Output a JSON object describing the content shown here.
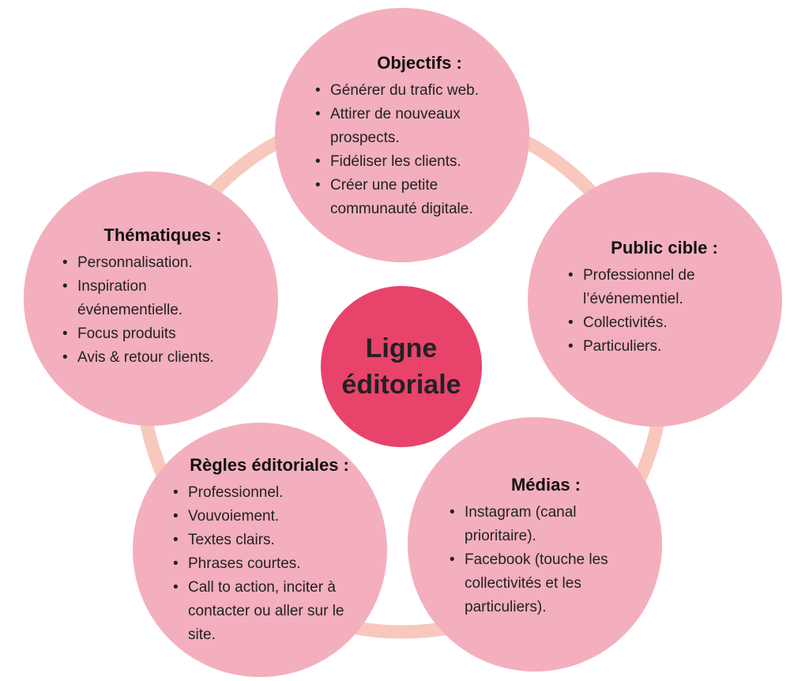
{
  "center": {
    "label": "Ligne\néditoriale"
  },
  "colors": {
    "ring": "#f8c8bd",
    "bubble": "#f3afbd",
    "center": "#e8436b"
  },
  "objectifs": {
    "title": "Objectifs :",
    "items": [
      "Générer du trafic web.",
      "Attirer de nouveaux prospects.",
      "Fidéliser les clients.",
      "Créer une petite communauté digitale."
    ]
  },
  "public": {
    "title": "Public cible :",
    "items": [
      "Professionnel de l’événementiel.",
      "Collectivités.",
      "Particuliers."
    ]
  },
  "medias": {
    "title": "Médias :",
    "items": [
      "Instagram (canal prioritaire).",
      "Facebook (touche les collectivités et les particuliers)."
    ]
  },
  "regles": {
    "title": "Règles éditoriales :",
    "items": [
      "Professionnel.",
      "Vouvoiement.",
      "Textes clairs.",
      "Phrases courtes.",
      "Call to action, inciter à contacter ou aller sur le site."
    ]
  },
  "thematiques": {
    "title": "Thématiques :",
    "items": [
      "Personnalisation.",
      "Inspiration événementielle.",
      "Focus produits",
      "Avis & retour clients."
    ]
  }
}
